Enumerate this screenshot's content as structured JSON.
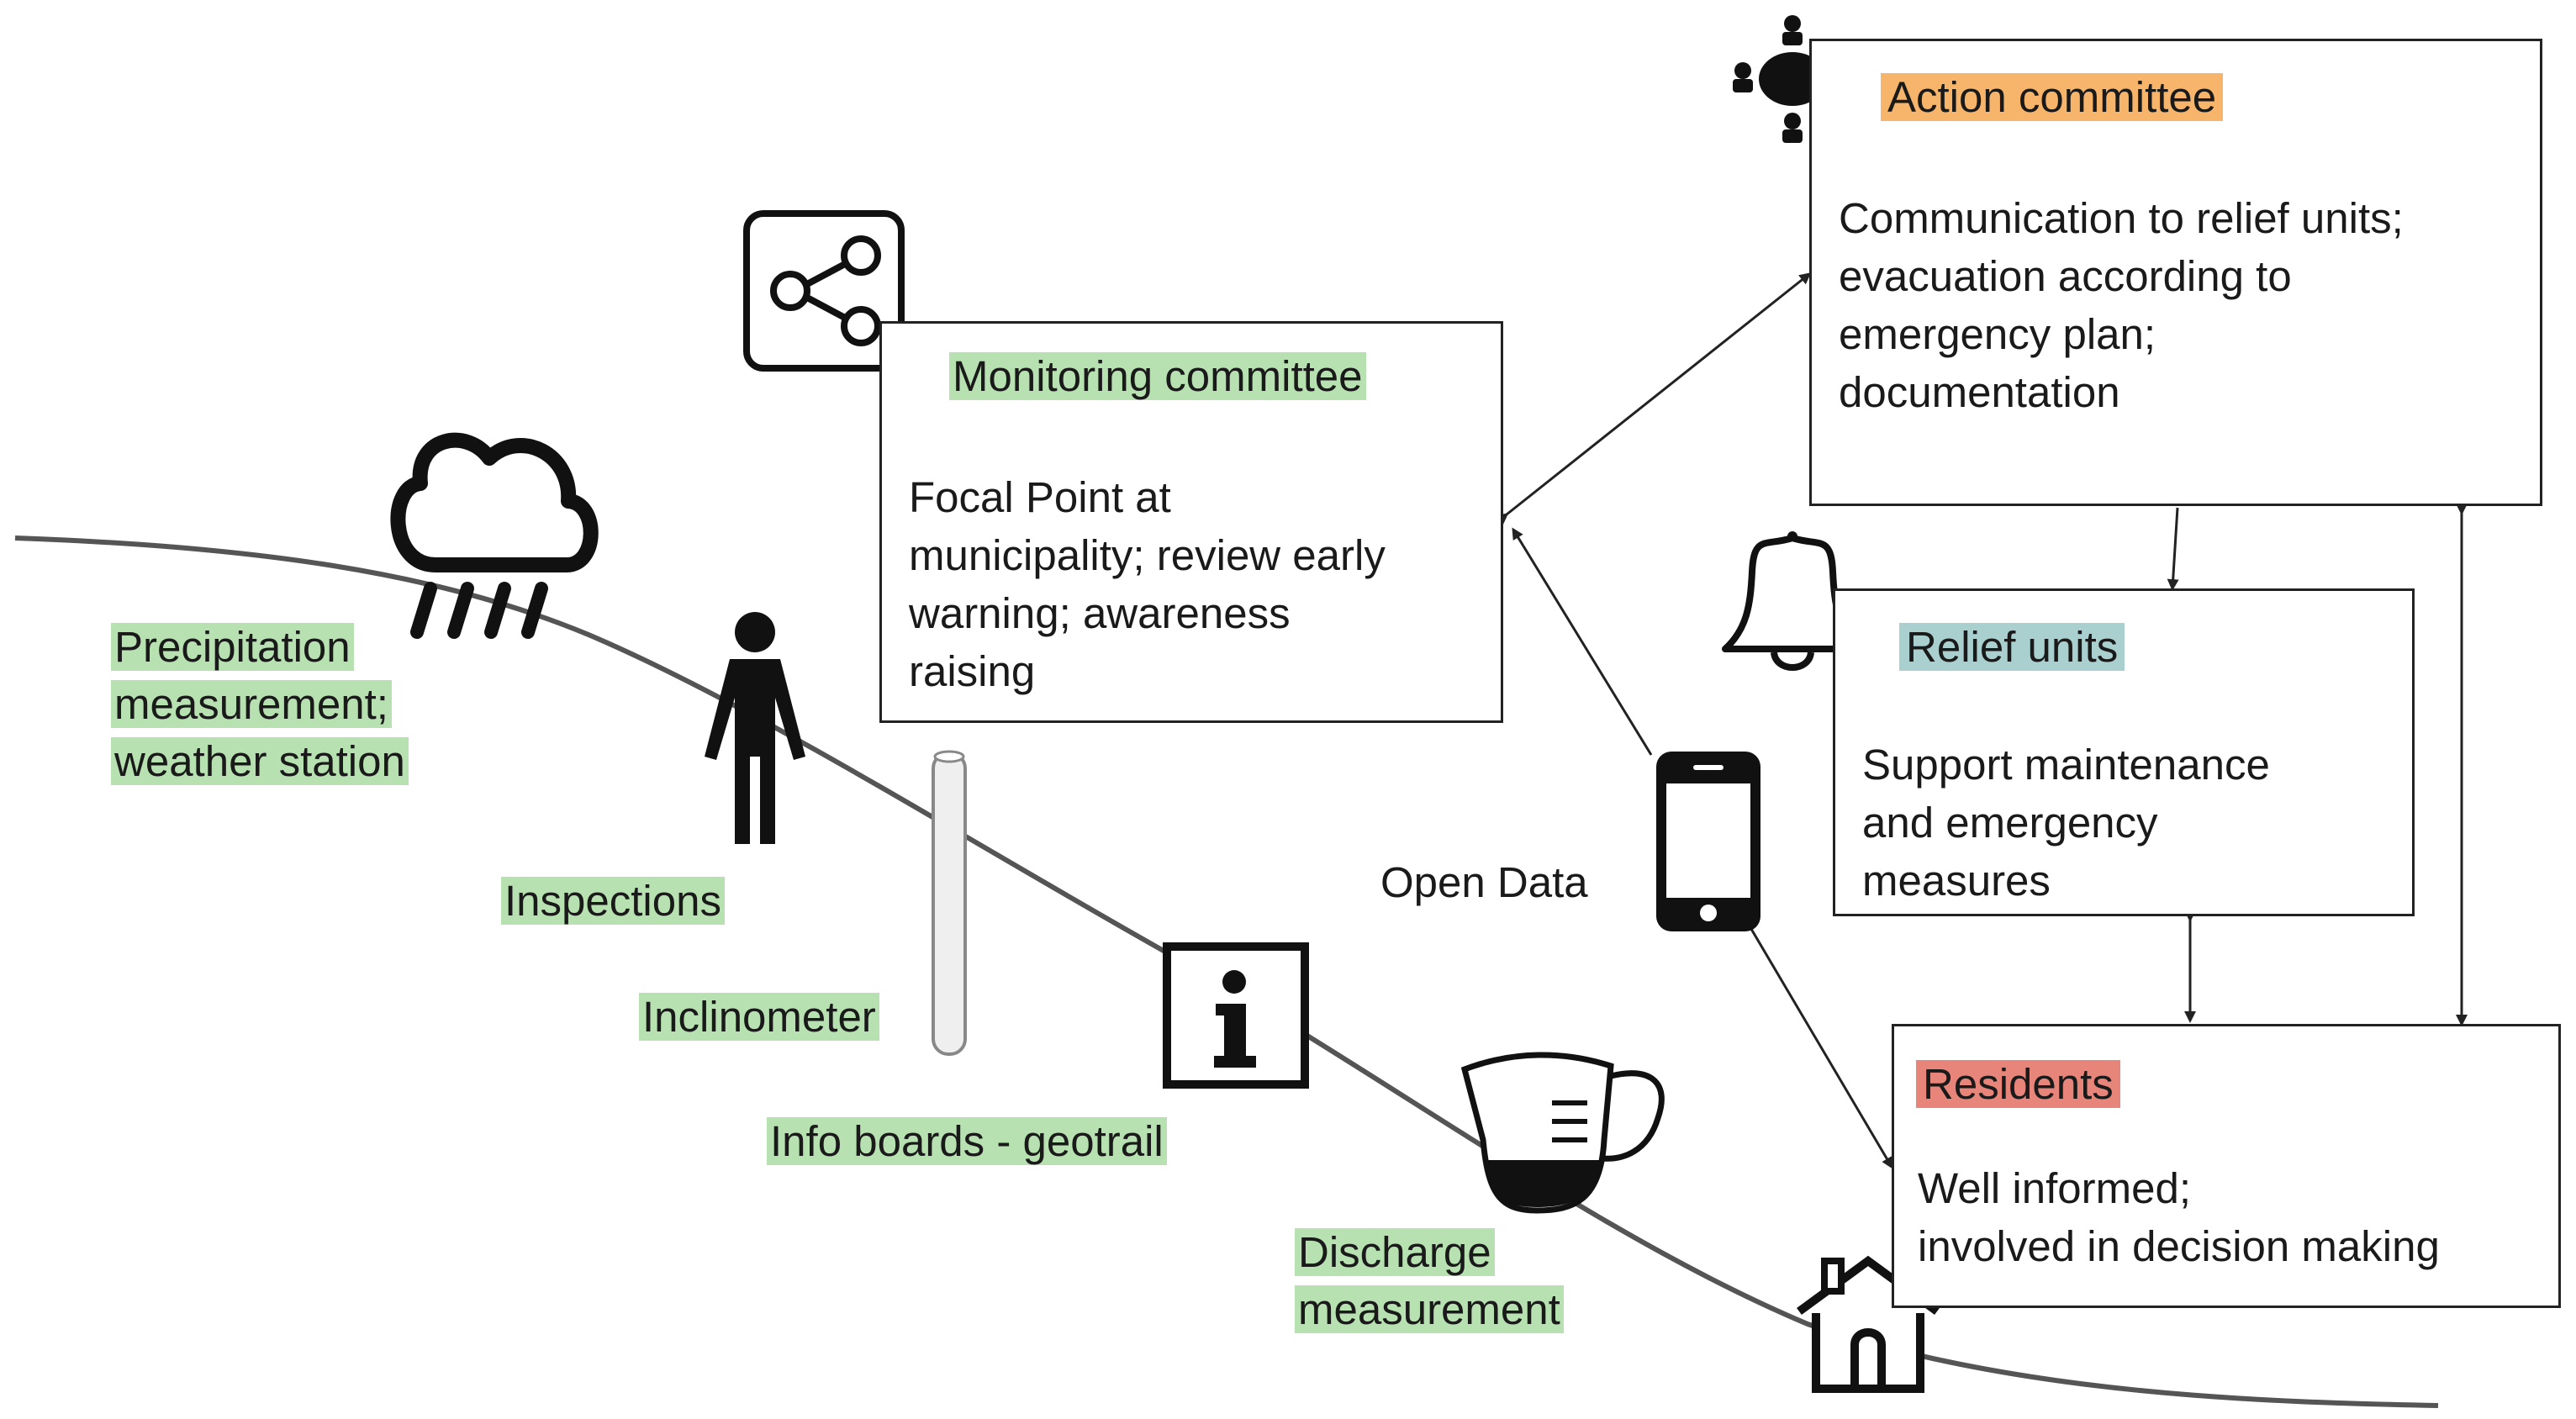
{
  "icons": {
    "meeting": "meeting-table-icon",
    "share": "share-icon",
    "rain": "rain-cloud-icon",
    "person": "person-icon",
    "inclinometer": "inclinometer-tube-icon",
    "info": "info-board-icon",
    "phone": "smartphone-icon",
    "bell": "bell-icon",
    "jug": "measuring-jug-icon",
    "house": "house-icon"
  },
  "colors": {
    "green_highlight": "#b7e1b0",
    "orange_highlight": "#f7b46b",
    "blue_highlight": "#a9cfcf",
    "red_highlight": "#e8857a"
  },
  "labels": {
    "precipitation": [
      "Precipitation",
      "measurement;",
      "weather station"
    ],
    "inspections": "Inspections",
    "inclinometer": "Inclinometer",
    "info_boards": "Info boards - geotrail",
    "discharge": [
      "Discharge",
      "measurement"
    ],
    "open_data": "Open Data"
  },
  "boxes": {
    "monitoring": {
      "title": "Monitoring committee",
      "lines": [
        "Focal Point at",
        "municipality; review early",
        "warning; awareness",
        "raising"
      ]
    },
    "action": {
      "title": "Action committee",
      "lines": [
        "Communication to relief units;",
        "evacuation according to",
        "emergency plan;",
        "documentation"
      ]
    },
    "relief": {
      "title": "Relief units",
      "lines": [
        "Support maintenance",
        "and emergency",
        "measures"
      ]
    },
    "residents": {
      "title": "Residents",
      "lines": [
        "Well informed;",
        "involved in decision making"
      ]
    }
  }
}
